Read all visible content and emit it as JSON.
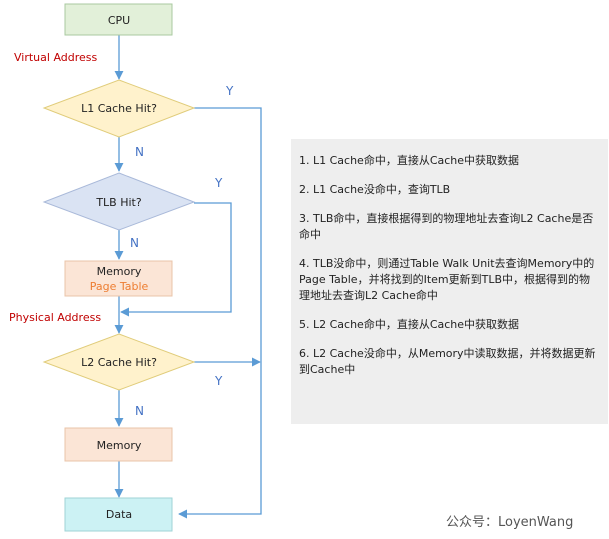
{
  "flow": {
    "cpu": "CPU",
    "virtual_address": "Virtual Address",
    "l1_hit": "L1 Cache Hit?",
    "tlb_hit": "TLB Hit?",
    "page_table_title": "Memory",
    "page_table_sub": "Page Table",
    "physical_address": "Physical Address",
    "l2_hit": "L2 Cache Hit?",
    "memory": "Memory",
    "data": "Data",
    "yes": "Y",
    "no": "N"
  },
  "notes": [
    "1. L1 Cache命中，直接从Cache中获取数据",
    "2. L1 Cache没命中，查询TLB",
    "3. TLB命中，直接根据得到的物理地址去查询L2 Cache是否命中",
    "4. TLB没命中，则通过Table Walk Unit去查询Memory中的Page Table，并将找到的Item更新到TLB中，根据得到的物理地址去查询L2 Cache命中",
    "5. L2 Cache命中，直接从Cache中获取数据",
    "6. L2 Cache没命中，从Memory中读取数据，并将数据更新到Cache中"
  ],
  "footer": "公众号：LoyenWang",
  "colors": {
    "cpu_fill": "#e2f0d9",
    "decision_fill": "#fff2cc",
    "tlb_fill": "#dae3f3",
    "memory_fill": "#fbe5d6",
    "data_fill": "#ccf2f4",
    "line": "#5b9bd5",
    "label_red": "#c00000",
    "label_orange": "#ed7d31",
    "notes_bg": "#eeeeee"
  }
}
